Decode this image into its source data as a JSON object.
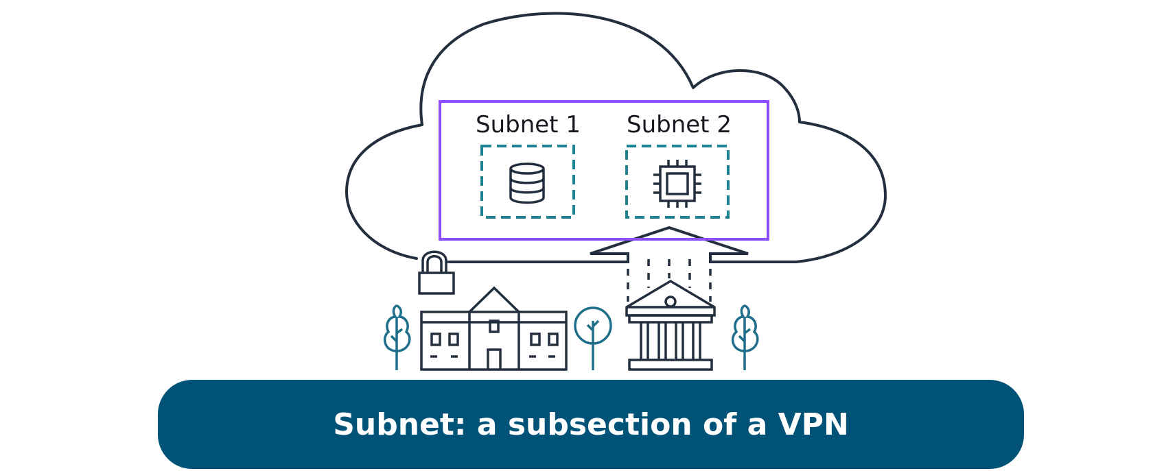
{
  "subnets": [
    {
      "label": "Subnet 1",
      "icon": "database-icon"
    },
    {
      "label": "Subnet 2",
      "icon": "chip-icon"
    }
  ],
  "caption": "Subnet: a subsection of a VPN",
  "colors": {
    "outline": "#232f3e",
    "vpc_border": "#8c4fff",
    "subnet_border": "#1e8290",
    "tree": "#1f6f8b",
    "caption_bg": "#005276",
    "caption_text": "#ffffff"
  }
}
